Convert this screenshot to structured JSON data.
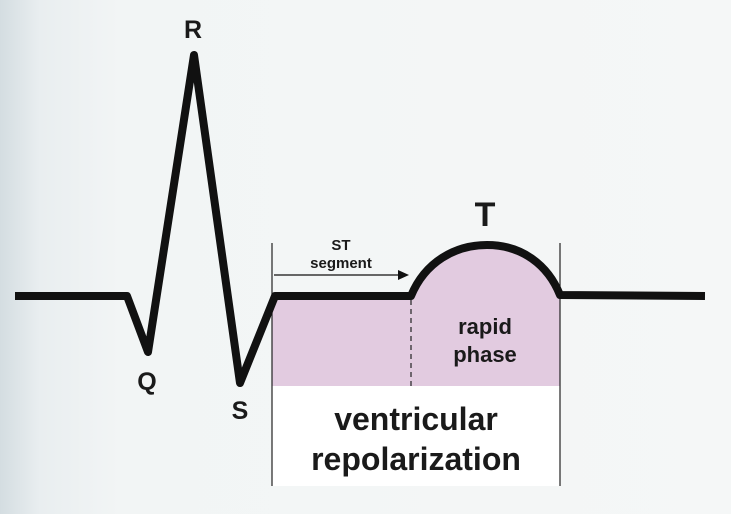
{
  "wave": {
    "labels": {
      "q": "Q",
      "r": "R",
      "s": "S",
      "t": "T"
    }
  },
  "st_segment": {
    "line1": "ST",
    "line2": "segment"
  },
  "rapid_phase": {
    "line1": "rapid",
    "line2": "phase"
  },
  "ventricular_repolarization": {
    "line1": "ventricular",
    "line2": "repolarization"
  },
  "colors": {
    "trace": "#111111",
    "shading": "#e2cbe0",
    "label_box": "#ffffff",
    "text": "#1a1a1a"
  }
}
